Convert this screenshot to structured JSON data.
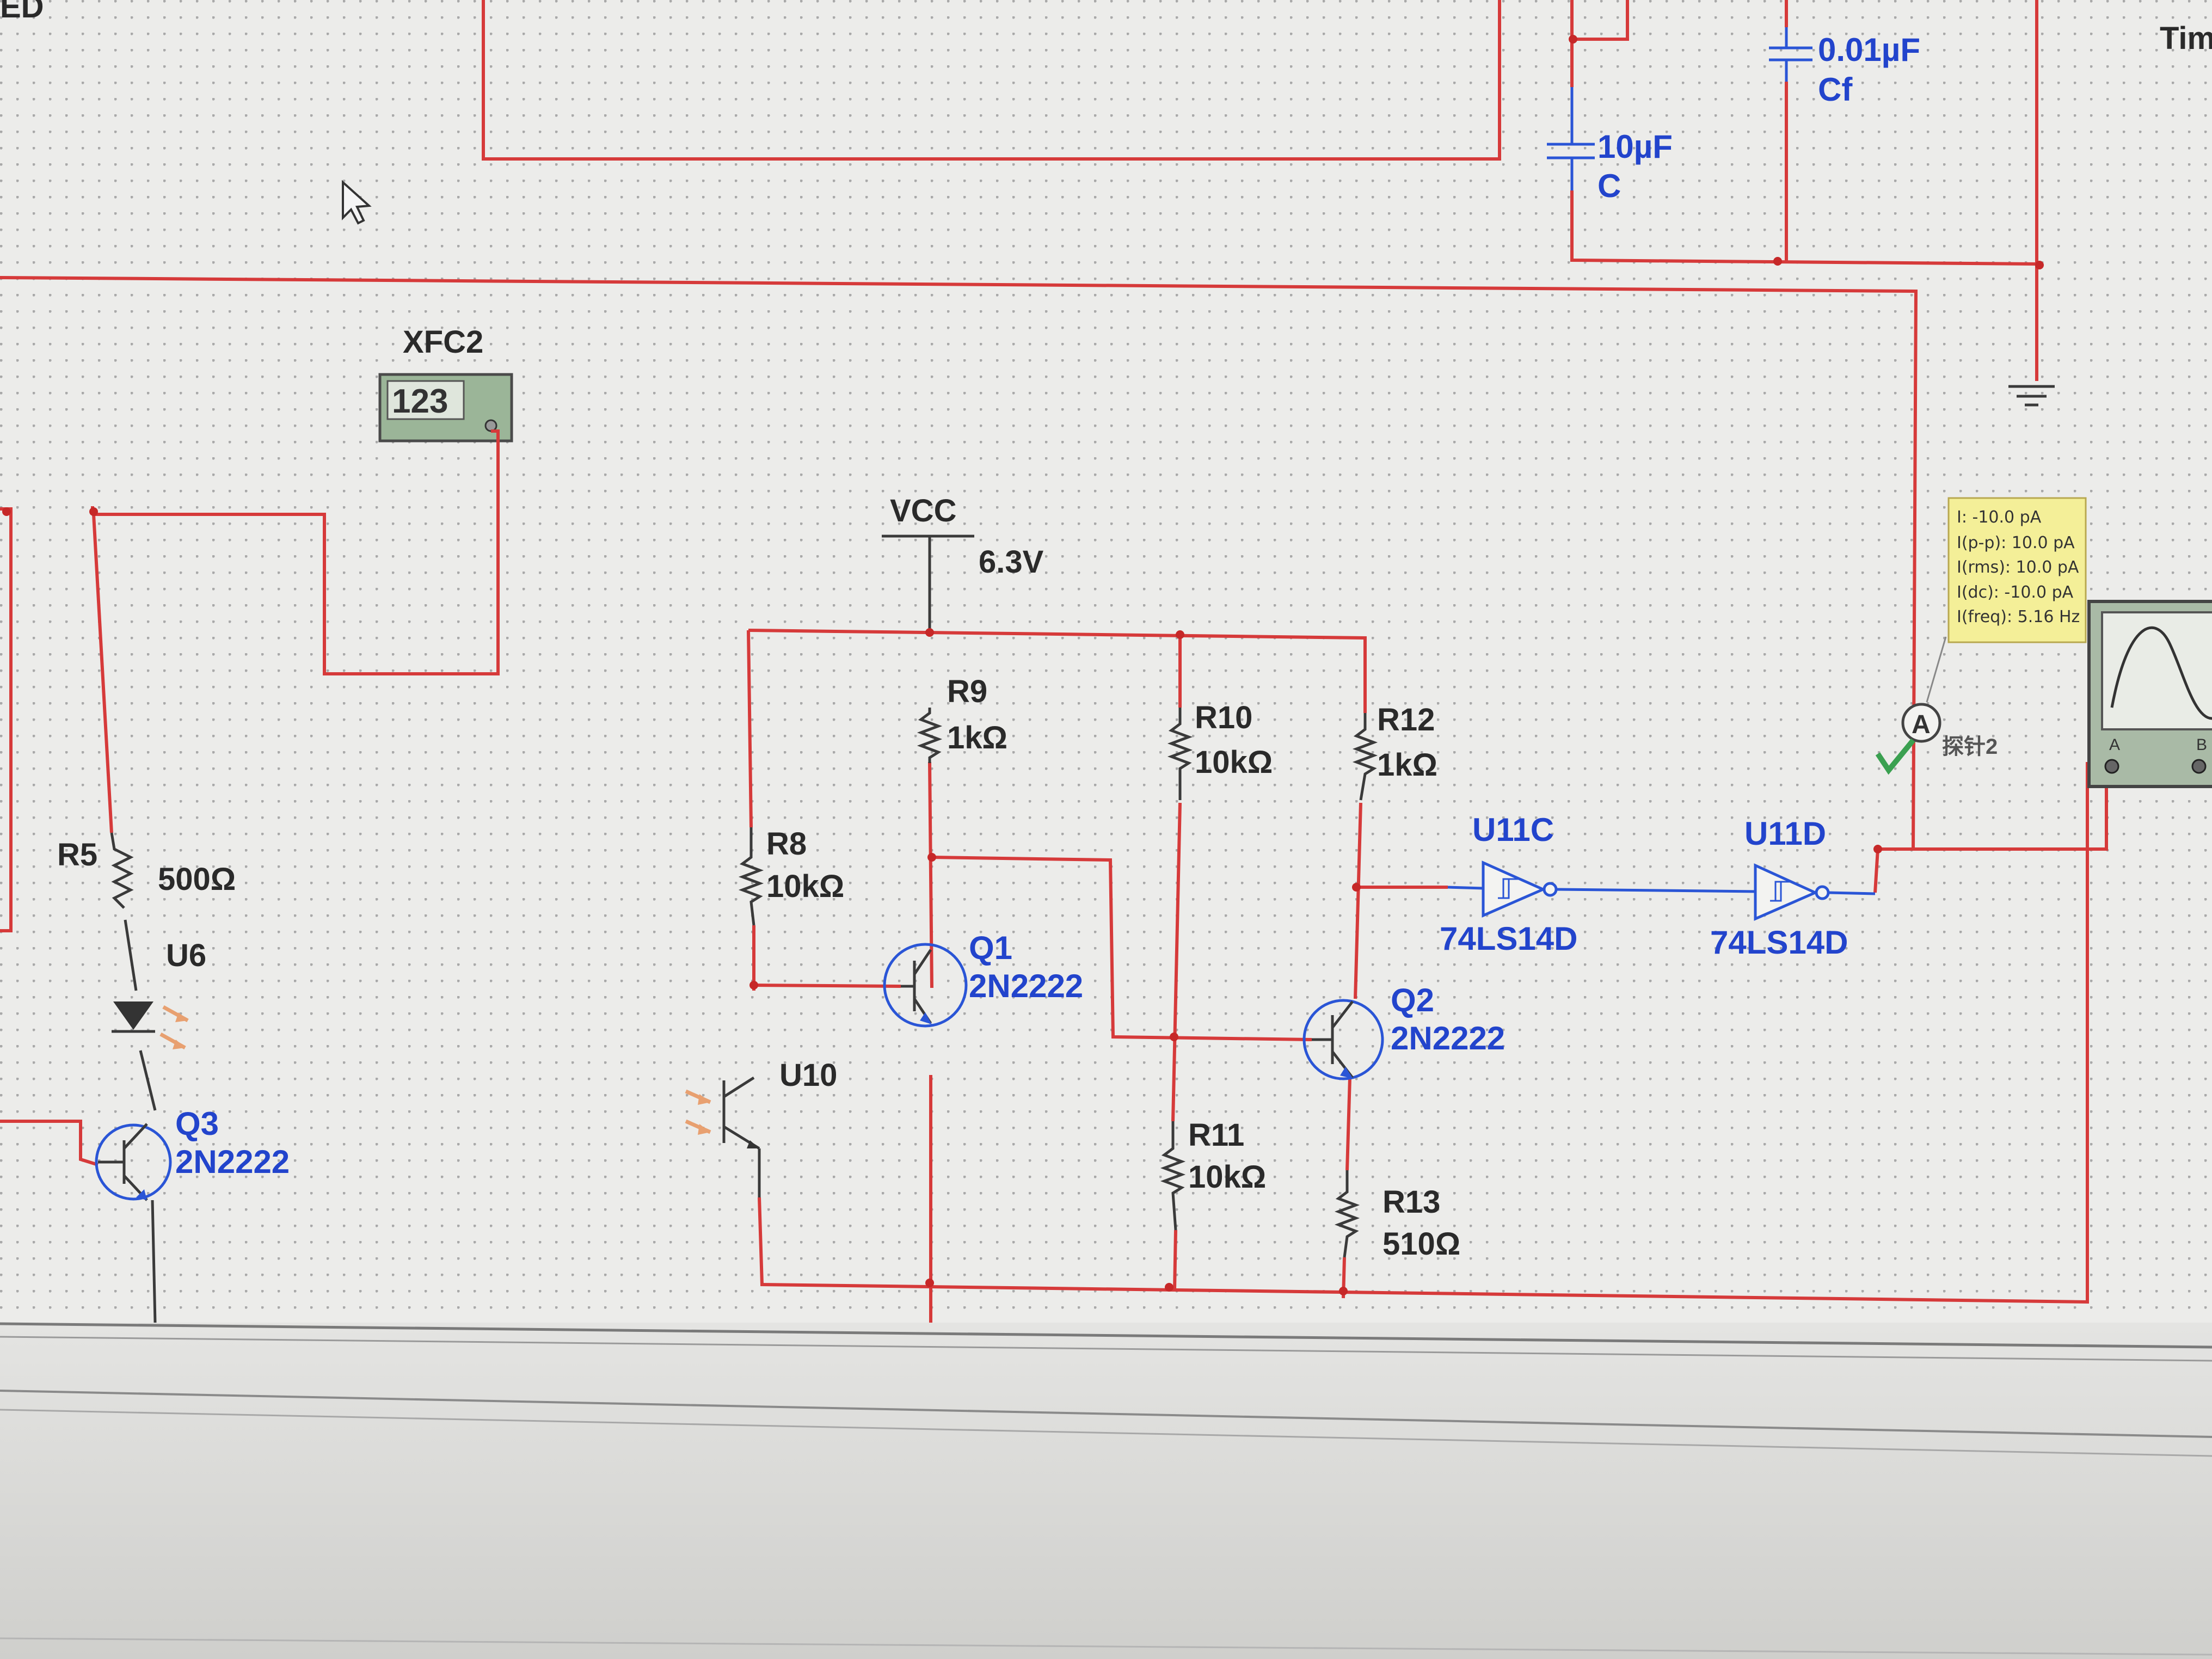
{
  "schematic": {
    "top_left_cut_text": "ED",
    "top_right_cut_text": "Tim",
    "capacitors": [
      {
        "value": "0.01µF",
        "name": "Cf"
      },
      {
        "value": "10µF",
        "name": "C"
      }
    ],
    "counter": {
      "name": "XFC2",
      "display": "123"
    },
    "vcc": {
      "name": "VCC",
      "value": "6.3V"
    },
    "resistors": [
      {
        "name": "R9",
        "value": "1kΩ"
      },
      {
        "name": "R10",
        "value": "10kΩ"
      },
      {
        "name": "R12",
        "value": "1kΩ"
      },
      {
        "name": "R8",
        "value": "10kΩ"
      },
      {
        "name": "R5",
        "value": "500Ω"
      },
      {
        "name": "R11",
        "value": "10kΩ"
      },
      {
        "name": "R13",
        "value": "510Ω"
      }
    ],
    "transistors": [
      {
        "name": "Q1",
        "part": "2N2222"
      },
      {
        "name": "Q2",
        "part": "2N2222"
      },
      {
        "name": "Q3",
        "part": "2N2222"
      }
    ],
    "gates": [
      {
        "name": "U11C",
        "part": "74LS14D"
      },
      {
        "name": "U11D",
        "part": "74LS14D"
      }
    ],
    "led": {
      "name": "U6"
    },
    "phototransistor": {
      "name": "U10"
    },
    "probe": {
      "label": "探针2",
      "symbol": "A",
      "readings": [
        "I: -10.0 pA",
        "I(p-p): 10.0 pA",
        "I(rms): 10.0 pA",
        "I(dc): -10.0 pA",
        "I(freq): 5.16 Hz"
      ]
    },
    "scope": {
      "terminal_a": "A",
      "terminal_b": "B"
    }
  }
}
